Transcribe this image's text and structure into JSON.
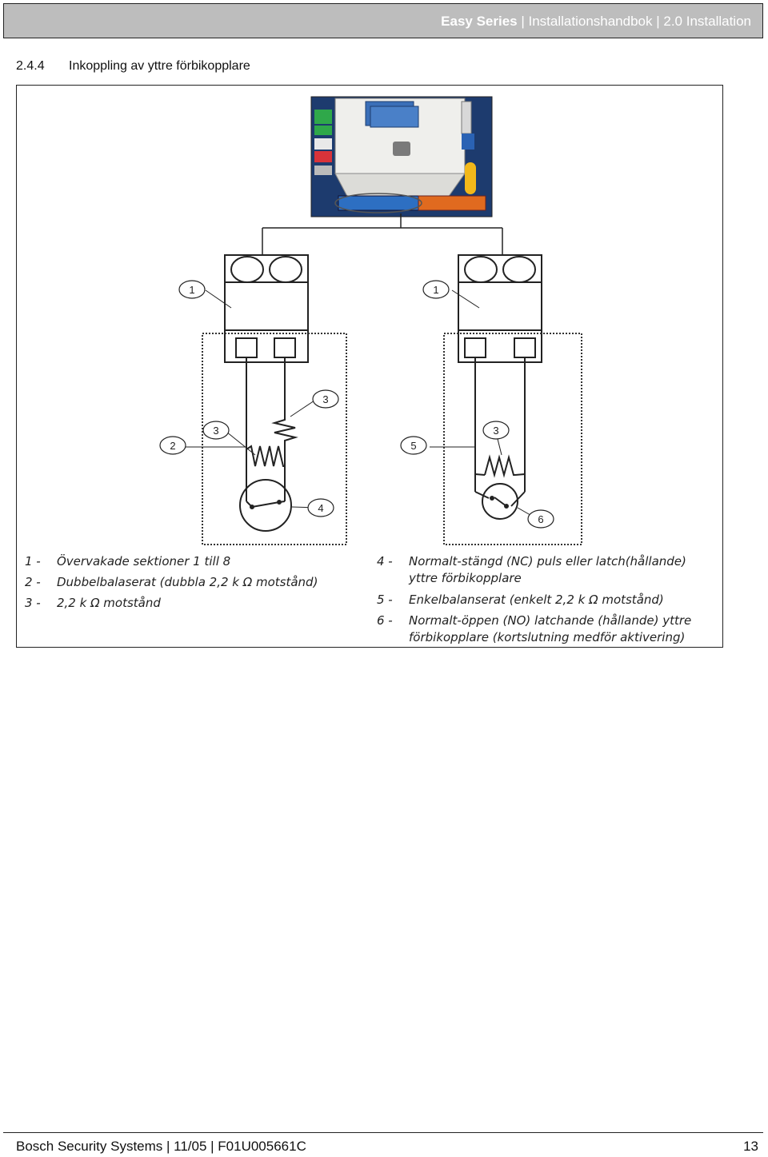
{
  "header": {
    "series": "Easy Series",
    "rest": " | Installationshandbok | 2.0 Installation"
  },
  "section": {
    "number": "2.4.4",
    "title": "Inkoppling av yttre förbikopplare"
  },
  "callouts": {
    "c1_left": "1",
    "c1_right": "1",
    "c2": "2",
    "c3_left": "3",
    "c3_top": "3",
    "c3_right": "3",
    "c4": "4",
    "c5": "5",
    "c6": "6"
  },
  "legend": {
    "left": [
      {
        "key": "1 -",
        "text": "Övervakade sektioner 1 till 8"
      },
      {
        "key": "2 -",
        "text": "Dubbelbalaserat (dubbla 2,2 k Ω motstånd)"
      },
      {
        "key": "3 -",
        "text": "2,2 k Ω  motstånd"
      }
    ],
    "right": [
      {
        "key": "4 -",
        "text": "Normalt-stängd (NC) puls eller latch(hållande)",
        "text2": "yttre förbikopplare"
      },
      {
        "key": "5 -",
        "text": "Enkelbalanserat (enkelt 2,2 k Ω motstånd)"
      },
      {
        "key": "6 -",
        "text": "Normalt-öppen (NO) latchande (hållande) yttre",
        "text2": "förbikopplare (kortslutning medför aktivering)"
      }
    ]
  },
  "footer": {
    "left": "Bosch Security Systems | 11/05 | F01U005661C",
    "page": "13"
  }
}
